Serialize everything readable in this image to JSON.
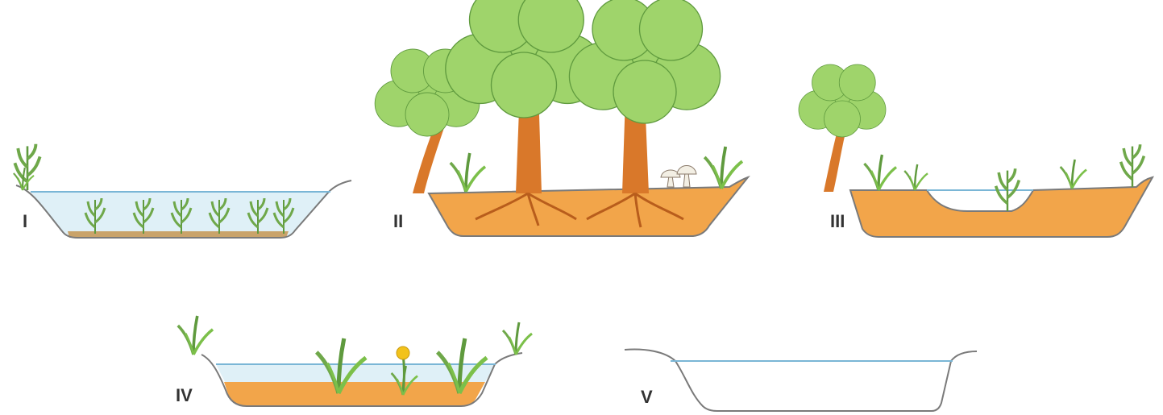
{
  "stages": [
    {
      "id": "I",
      "label": "I"
    },
    {
      "id": "II",
      "label": "II"
    },
    {
      "id": "III",
      "label": "III"
    },
    {
      "id": "IV",
      "label": "IV"
    },
    {
      "id": "V",
      "label": "V"
    }
  ],
  "colors": {
    "water_fill": "#dff0f7",
    "water_line": "#7ab6d6",
    "sediment": "#f2a54a",
    "basin_outline": "#7a7a7a",
    "foliage_light": "#9fd46b",
    "foliage_mid": "#7cc04a",
    "trunk": "#d9782a",
    "reed": "#6fa84a",
    "flower": "#f2c21b"
  }
}
